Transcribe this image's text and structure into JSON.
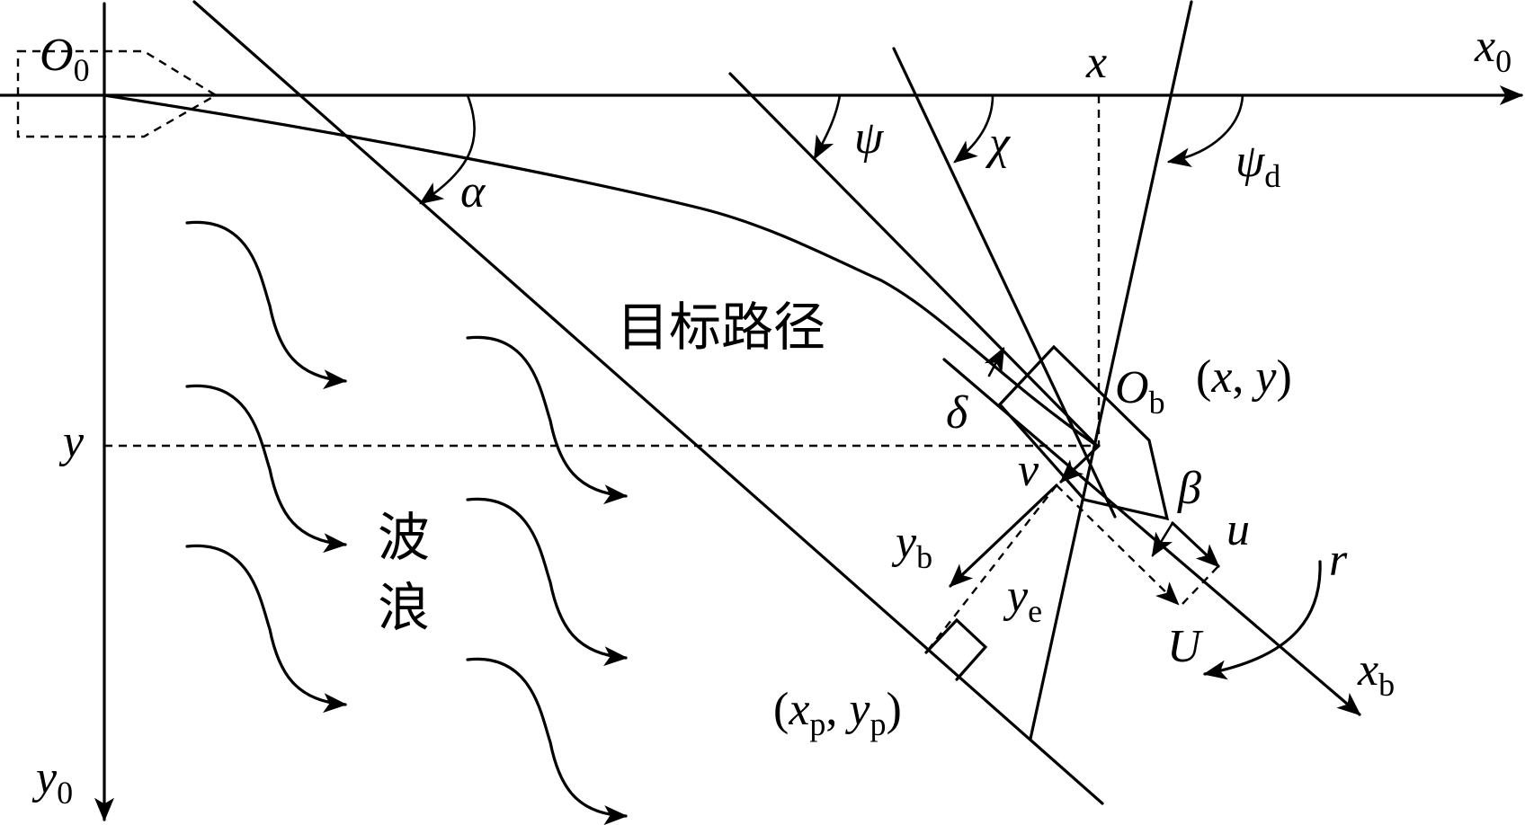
{
  "labels": {
    "origin": "O",
    "origin_sub": "0",
    "x0": "x",
    "x0_sub": "0",
    "y0": "y",
    "y0_sub": "0",
    "x": "x",
    "y": "y",
    "alpha": "α",
    "psi": "ψ",
    "chi": "χ",
    "psi_d": "ψ",
    "psi_d_sub": "d",
    "delta": "δ",
    "ob": "O",
    "ob_sub": "b",
    "ob_coord_open": "(",
    "ob_coord_x": "x",
    "ob_coord_sep": ", ",
    "ob_coord_y": "y",
    "ob_coord_close": ")",
    "v": "v",
    "beta": "β",
    "u": "u",
    "r": "r",
    "yb": "y",
    "yb_sub": "b",
    "ye": "y",
    "ye_sub": "e",
    "U": "U",
    "xb": "x",
    "xb_sub": "b",
    "p_open": "(",
    "p_x": "x",
    "p_x_sub": "p",
    "p_sep": ", ",
    "p_y": "y",
    "p_y_sub": "p",
    "p_close": ")",
    "target_path": "目标路径",
    "wave_1": "波",
    "wave_2": "浪"
  },
  "colors": {
    "ink": "#000000",
    "background": "#ffffff"
  },
  "icons": {
    "wave": "curved-wave-arrow-icon",
    "rotation": "curved-rotation-arrow-icon"
  }
}
